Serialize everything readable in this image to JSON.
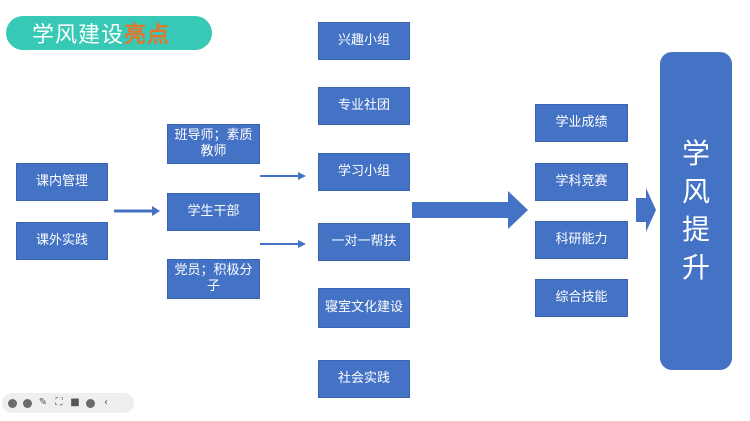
{
  "title": {
    "main": "学风建设",
    "highlight": "亮点"
  },
  "left": [
    "课内管理",
    "课外实践"
  ],
  "middle": [
    "班导师；素质教师",
    "学生干部",
    "党员；积极分子"
  ],
  "activities": [
    "兴趣小组",
    "专业社团",
    "学习小组",
    "一对一帮扶",
    "寝室文化建设",
    "社会实践"
  ],
  "outcomes": [
    "学业成绩",
    "学科竞赛",
    "科研能力",
    "综合技能"
  ],
  "result": "学风提升",
  "colors": {
    "box": "#4472c4",
    "title_bg": "#37c9b5",
    "title_highlight": "#e8732a"
  },
  "toolbar": {
    "icons": [
      "back-icon",
      "forward-icon",
      "pen-icon",
      "fullscreen-icon",
      "video-icon",
      "more-icon",
      "collapse-icon"
    ]
  }
}
